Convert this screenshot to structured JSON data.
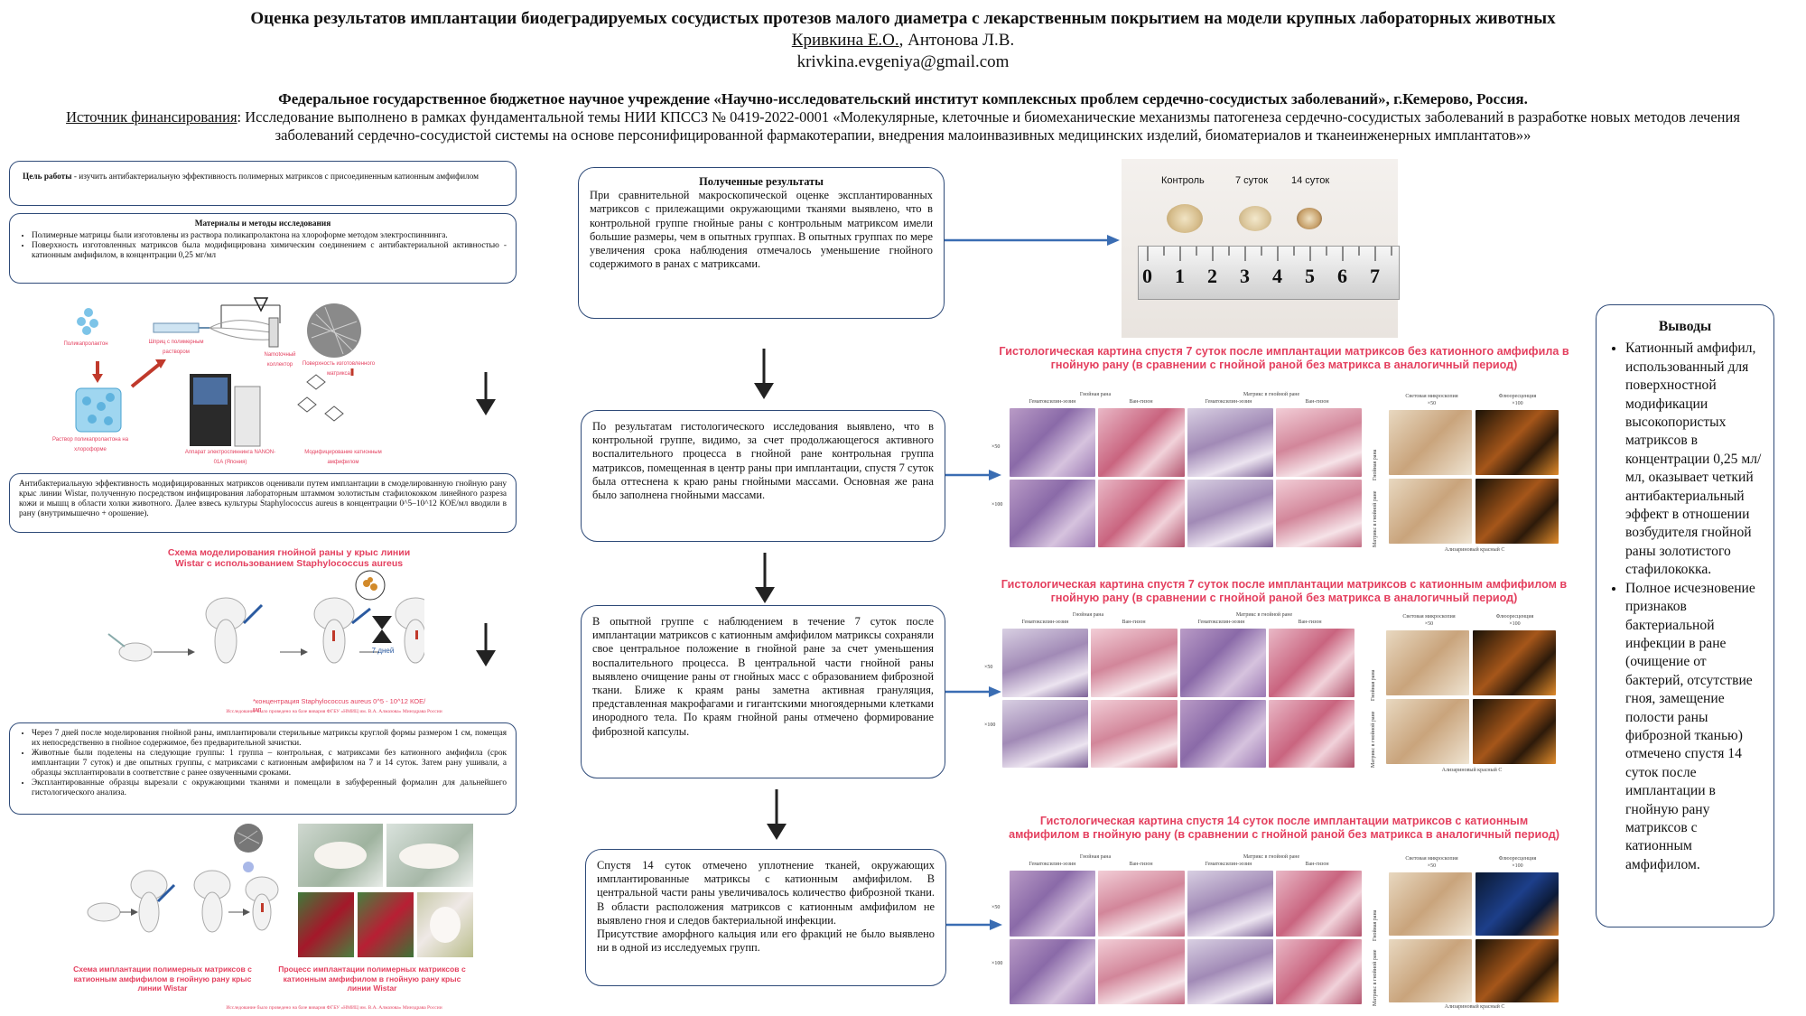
{
  "header": {
    "title": "Оценка результатов имплантации биодеградируемых сосудистых протезов малого диаметра с лекарственным покрытием на модели крупных лабораторных животных",
    "author1": "Кривкина Е.О.",
    "author_sep": ", ",
    "author2": "Антонова Л.В.",
    "email": "krivkina.evgeniya@gmail.com",
    "org": "Федеральное государственное бюджетное научное учреждение «Научно-исследовательский институт комплексных проблем сердечно-сосудистых заболеваний», г.Кемерово, Россия.",
    "funding_label": "Источник финансирования",
    "funding_text": ": Исследование выполнено в рамках фундаментальной темы НИИ КПССЗ № 0419-2022-0001 «Молекулярные, клеточные и биомеханические механизмы патогенеза сердечно-сосудистых заболеваний в разработке новых методов лечения заболеваний сердечно-сосудистой системы на основе персонифицированной фармакотерапии, внедрения малоинвазивных медицинских изделий, биоматериалов и тканеинженерных имплантатов»»"
  },
  "left": {
    "goal_label": "Цель работы",
    "goal_text": " - изучить антибактериальную эффективность полимерных матриксов с присоединенным катионным амфифилом",
    "methods_title": "Материалы и методы исследования",
    "methods_items": [
      "Полимерные матрицы были изготовлены из раствора поликапролактона на хлороформе методом электроспиннинга.",
      "Поверхность изготовленных матриксов была модифицирована химическим соединением с антибактериальной активностью - катионным амфифилом, в концентрации 0,25 мг/мл"
    ],
    "fig1_labels": {
      "pcl": "Поликапролактон",
      "syringe": "Шприц с полимерным раствором",
      "collector": "Namotочный коллектор",
      "surface": "Поверхность изготовленного матрикса",
      "solution": "Раствор поликапролактона на хлороформе",
      "apparatus": "Аппарат электроспиннинга NANON-01A (Япония)",
      "amphiphile": "Модифицирование катионным амфифилом"
    },
    "efficacy_text": "Антибактериальную эффективность модифицированных матриксов оценивали путем имплантации в смоделированную гнойную рану крыс линии Wistar, полученную посредством инфицирования лабораторным штаммом золотистым стафилококком линейного разреза кожи и мышц в области холки животного. Далее взвесь культуры Staphylococcus aureus в концентрации 0^5–10^12 КОЕ/мл вводили в рану (внутримышечно + орошение).",
    "scheme1_title": "Схема моделирования гнойной раны у крыс линии Wistar с использованием Staphylococcus aureus",
    "scheme1_days": "7 дней",
    "scheme1_note": "*концентрация Staphylococcus aureus 0^5 - 10^12 КОЕ/мл",
    "scheme1_source": "Исследование было проведено на базе вивария ФГБУ «НМИЦ им. В.А. Алмазова» Минздрава России",
    "procedure_items": [
      "Через 7 дней после моделирования гнойной раны, имплантировали стерильные матриксы круглой формы размером 1 см, помещая их непосредственно в гнойное содержимое, без предварительной зачистки.",
      "Животные были поделены на следующие группы: 1 группа – контрольная, с матриксами без катионного амфифила (срок имплантации 7 суток) и две опытных группы, с матриксами с катионным амфифилом на 7 и 14 суток. Затем рану ушивали, а образцы эксплантировали в соответствие с ранее озвученными сроками.",
      "Эксплантированные образцы вырезали с окружающими тканями и помещали в забуференный формалин для дальнейшего гистологического анализа."
    ],
    "scheme2_caption": "Схема имплантации полимерных матриксов с катионным амфифилом в гнойную рану крыс линии Wistar",
    "process_caption": "Процесс имплантации полимерных матриксов с катионным амфифилом в гнойную рану крыс линии Wistar",
    "bottom_source": "Исследование было проведено на базе вивария ФГБУ «НМИЦ им. В.А. Алмазова» Минздрава России"
  },
  "middle": {
    "results_title": "Полученные результаты",
    "results_text": "При сравнительной макроскопической оценке эксплантированных матриксов с прилежащими окружающими тканями выявлено, что в контрольной группе гнойные раны с контрольным матриксом имели большие размеры, чем в опытных группах. В опытных группах по мере увеличения срока наблюдения отмечалось уменьшение гнойного содержимого в ранах с матриксами.",
    "histo_text": "По результатам гистологического исследования выявлено, что в контрольной группе, видимо, за счет продолжающегося активного воспалительного процесса в гнойной ране контрольная группа матриксов, помещенная в центр раны при имплантации, спустя 7 суток была оттеснена к краю раны гнойными массами. Основная же рана было заполнена гнойными массами.",
    "exp7_text": "В опытной группе с наблюдением в течение 7 суток после имплантации матриксов с катионным амфифилом матриксы сохраняли свое центральное положение в гнойной ране за счет уменьшения воспалительного процесса. В центральной части гнойной раны выявлено очищение раны от гнойных масс с образованием фиброзной ткани. Ближе к краям раны заметна активная грануляция, представленная макрофагами и гигантскими многоядерными клетками инородного тела. По краям гнойной раны отмечено формирование фиброзной капсулы.",
    "exp14_text_1": "Спустя 14 суток отмечено уплотнение тканей, окружающих имплантированные матриксы с катионным амфифилом. В центральной части раны увеличивалось количество фиброзной ткани. В области расположения матриксов с катионным амфифилом не выявлено гноя и следов бактериальной инфекции.",
    "exp14_text_2": "Присутствие аморфного кальция или его фракций не было выявлено ни в одной из исследуемых групп."
  },
  "right": {
    "photo_labels": [
      "Контроль",
      "7 суток",
      "14 суток"
    ],
    "ruler_numbers": [
      "0",
      "1",
      "2",
      "3",
      "4",
      "5",
      "6",
      "7"
    ],
    "panel1_title": "Гистологическая картина спустя 7 суток после имплантации матриксов без катионного амфифила в гнойную рану (в сравнении с гнойной раной без матрикса в аналогичный период)",
    "panel2_title": "Гистологическая картина спустя 7 суток после имплантации матриксов с катионным  амфифилом в гнойную рану (в сравнении с гнойной раной без матрикса в аналогичный период)",
    "panel3_title": "Гистологическая картина спустя 14 суток после имплантации матриксов с катионным амфифилом в гнойную рану (в сравнении с гнойной раной без матрикса в аналогичный период)",
    "grid_headers": [
      "Гнойная рана",
      "Матрикс в гнойной ране"
    ],
    "grid_subheaders": [
      "Гематоксилин-эозин",
      "Ван-гизон",
      "Гематоксилин-эозин",
      "Ван-гизон"
    ],
    "mag_rows": [
      "×50",
      "×100"
    ],
    "side_headers": [
      "Световая микроскопия",
      "Флюоресценция"
    ],
    "side_sub": [
      "×50",
      "×100"
    ],
    "side_rows": [
      "Гнойная рана",
      "Матрикс в гнойной ране"
    ],
    "alizarin": "Ализариновый красный С"
  },
  "conclusions": {
    "title": "Выводы",
    "items": [
      "Катионный амфифил, использованный для поверхностной модификации высокопористых матриксов в концентрации 0,25 мл/мл, оказывает четкий антибактериальный эффект в отношении возбудителя гнойной раны золотистого стафилококка.",
      "Полное исчезновение признаков бактериальной инфекции в ране (очищение от бактерий, отсутствие гноя, замещение полости раны фиброзной тканью) отмечено спустя 14 суток после имплантации в гнойную рану матриксов с катионным амфифилом."
    ]
  },
  "colors": {
    "box_border": "#2e4a78",
    "panel_title": "#e4405f",
    "arrow_blue": "#3a6db3"
  }
}
